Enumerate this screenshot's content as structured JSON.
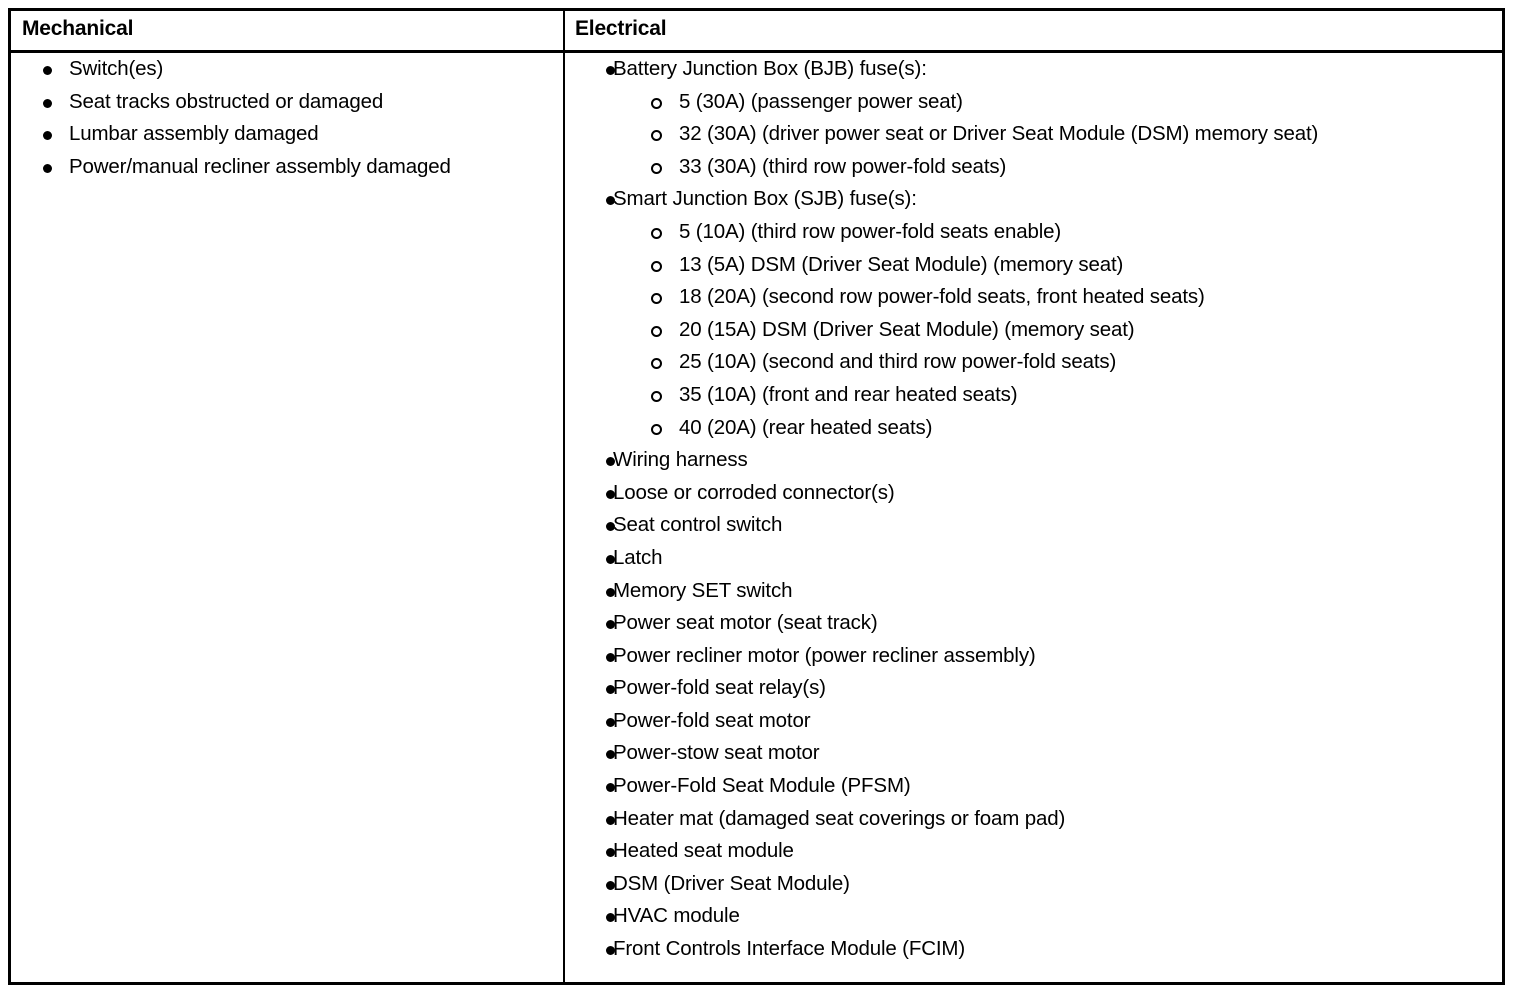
{
  "table": {
    "columns": [
      {
        "id": "mechanical",
        "header": "Mechanical",
        "items": [
          {
            "level": 1,
            "bullet": "filled-disc-bullet",
            "text": "Switch(es)"
          },
          {
            "level": 1,
            "bullet": "filled-disc-bullet",
            "text": "Seat tracks obstructed or damaged"
          },
          {
            "level": 1,
            "bullet": "filled-disc-bullet",
            "text": "Lumbar assembly damaged"
          },
          {
            "level": 1,
            "bullet": "filled-disc-bullet",
            "text": "Power/manual recliner assembly damaged"
          }
        ]
      },
      {
        "id": "electrical",
        "header": "Electrical",
        "items": [
          {
            "level": 1,
            "bullet": "filled-disc-bullet",
            "text": "Battery Junction Box (BJB) fuse(s):"
          },
          {
            "level": 2,
            "bullet": "hollow-circle-bullet",
            "text": "5 (30A) (passenger power seat)"
          },
          {
            "level": 2,
            "bullet": "hollow-circle-bullet",
            "text": "32 (30A) (driver power seat or Driver Seat Module (DSM) memory seat)"
          },
          {
            "level": 2,
            "bullet": "hollow-circle-bullet",
            "text": "33 (30A) (third row power-fold seats)"
          },
          {
            "level": 1,
            "bullet": "filled-disc-bullet",
            "text": "Smart Junction Box (SJB) fuse(s):"
          },
          {
            "level": 2,
            "bullet": "hollow-circle-bullet",
            "text": "5 (10A) (third row power-fold seats enable)"
          },
          {
            "level": 2,
            "bullet": "hollow-circle-bullet",
            "text": "13 (5A) DSM (Driver Seat Module) (memory seat)"
          },
          {
            "level": 2,
            "bullet": "hollow-circle-bullet",
            "text": "18 (20A) (second row power-fold seats, front heated seats)"
          },
          {
            "level": 2,
            "bullet": "hollow-circle-bullet",
            "text": "20 (15A) DSM (Driver Seat Module) (memory seat)"
          },
          {
            "level": 2,
            "bullet": "hollow-circle-bullet",
            "text": "25 (10A) (second and third row power-fold seats)"
          },
          {
            "level": 2,
            "bullet": "hollow-circle-bullet",
            "text": "35 (10A) (front and rear heated seats)"
          },
          {
            "level": 2,
            "bullet": "hollow-circle-bullet",
            "text": "40 (20A) (rear heated seats)"
          },
          {
            "level": 1,
            "bullet": "filled-disc-bullet",
            "text": "Wiring harness"
          },
          {
            "level": 1,
            "bullet": "filled-disc-bullet",
            "text": "Loose or corroded connector(s)"
          },
          {
            "level": 1,
            "bullet": "filled-disc-bullet",
            "text": "Seat control switch"
          },
          {
            "level": 1,
            "bullet": "filled-disc-bullet",
            "text": "Latch"
          },
          {
            "level": 1,
            "bullet": "filled-disc-bullet",
            "text": "Memory SET switch"
          },
          {
            "level": 1,
            "bullet": "filled-disc-bullet",
            "text": "Power seat motor (seat track)"
          },
          {
            "level": 1,
            "bullet": "filled-disc-bullet",
            "text": "Power recliner motor (power recliner assembly)"
          },
          {
            "level": 1,
            "bullet": "filled-disc-bullet",
            "text": "Power-fold seat relay(s)"
          },
          {
            "level": 1,
            "bullet": "filled-disc-bullet",
            "text": "Power-fold seat motor"
          },
          {
            "level": 1,
            "bullet": "filled-disc-bullet",
            "text": "Power-stow seat motor"
          },
          {
            "level": 1,
            "bullet": "filled-disc-bullet",
            "text": "Power-Fold Seat Module (PFSM)"
          },
          {
            "level": 1,
            "bullet": "filled-disc-bullet",
            "text": "Heater mat (damaged seat coverings or foam pad)"
          },
          {
            "level": 1,
            "bullet": "filled-disc-bullet",
            "text": "Heated seat module"
          },
          {
            "level": 1,
            "bullet": "filled-disc-bullet",
            "text": "DSM (Driver Seat Module)"
          },
          {
            "level": 1,
            "bullet": "filled-disc-bullet",
            "text": "HVAC module"
          },
          {
            "level": 1,
            "bullet": "filled-disc-bullet",
            "text": "Front Controls Interface Module (FCIM)"
          }
        ]
      }
    ]
  }
}
